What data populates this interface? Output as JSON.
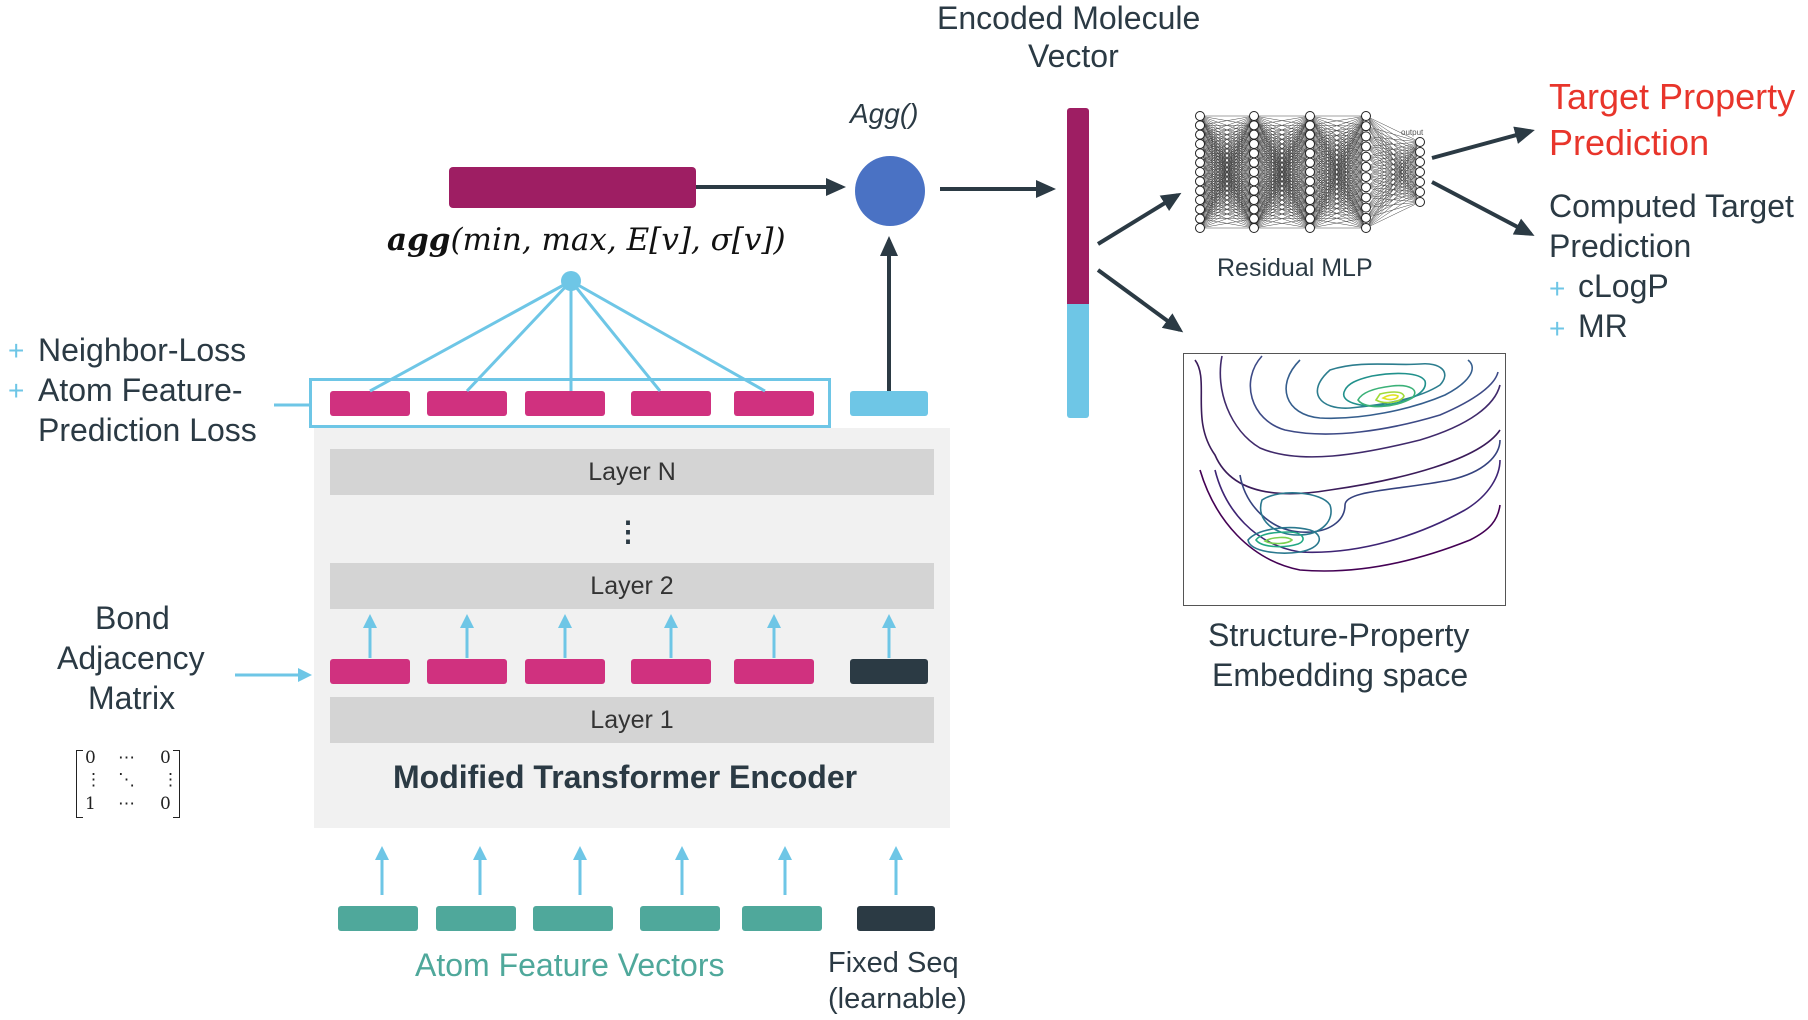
{
  "encoded_vector_title": [
    "Encoded Molecule",
    "Vector"
  ],
  "agg_label": "Agg()",
  "agg_formula": {
    "bold": "agg",
    "args": "(min, max, E[v], σ[v])"
  },
  "losses": {
    "bullet": "+",
    "neighbor": "Neighbor-Loss",
    "atom_feature_line1": "Atom Feature-",
    "atom_feature_line2": "Prediction Loss"
  },
  "encoder": {
    "layer_n": "Layer N",
    "dots": "⋮",
    "layer_2": "Layer 2",
    "layer_1": "Layer 1",
    "title": "Modified Transformer Encoder"
  },
  "bond_adjacency": [
    "Bond",
    "Adjacency",
    "Matrix"
  ],
  "matrix": {
    "row1": [
      "0",
      "⋯",
      "0"
    ],
    "row2": [
      "⋮",
      "⋱",
      "⋮"
    ],
    "row3": [
      "1",
      "⋯",
      "0"
    ]
  },
  "inputs": {
    "atom_feature_vectors": "Atom Feature Vectors",
    "fixed_seq_line1": "Fixed Seq",
    "fixed_seq_line2": "(learnable)"
  },
  "mlp": {
    "label": "Residual MLP",
    "output_tag": "output"
  },
  "embedding": {
    "line1": "Structure-Property",
    "line2": "Embedding space"
  },
  "predictions": {
    "target_line1": "Target Property",
    "target_line2": "Prediction",
    "computed_line1": "Computed Target",
    "computed_line2": "Prediction",
    "bullet": "+",
    "clogp": "cLogP",
    "mr": "MR"
  },
  "colors": {
    "magenta_token": "#d0317f",
    "dark_magenta": "#9e1e63",
    "teal_token": "#4fa89b",
    "navy": "#2b3a44",
    "light_blue": "#6ec6e6",
    "agg_circle": "#4a72c4",
    "target_red": "#e8352b"
  }
}
